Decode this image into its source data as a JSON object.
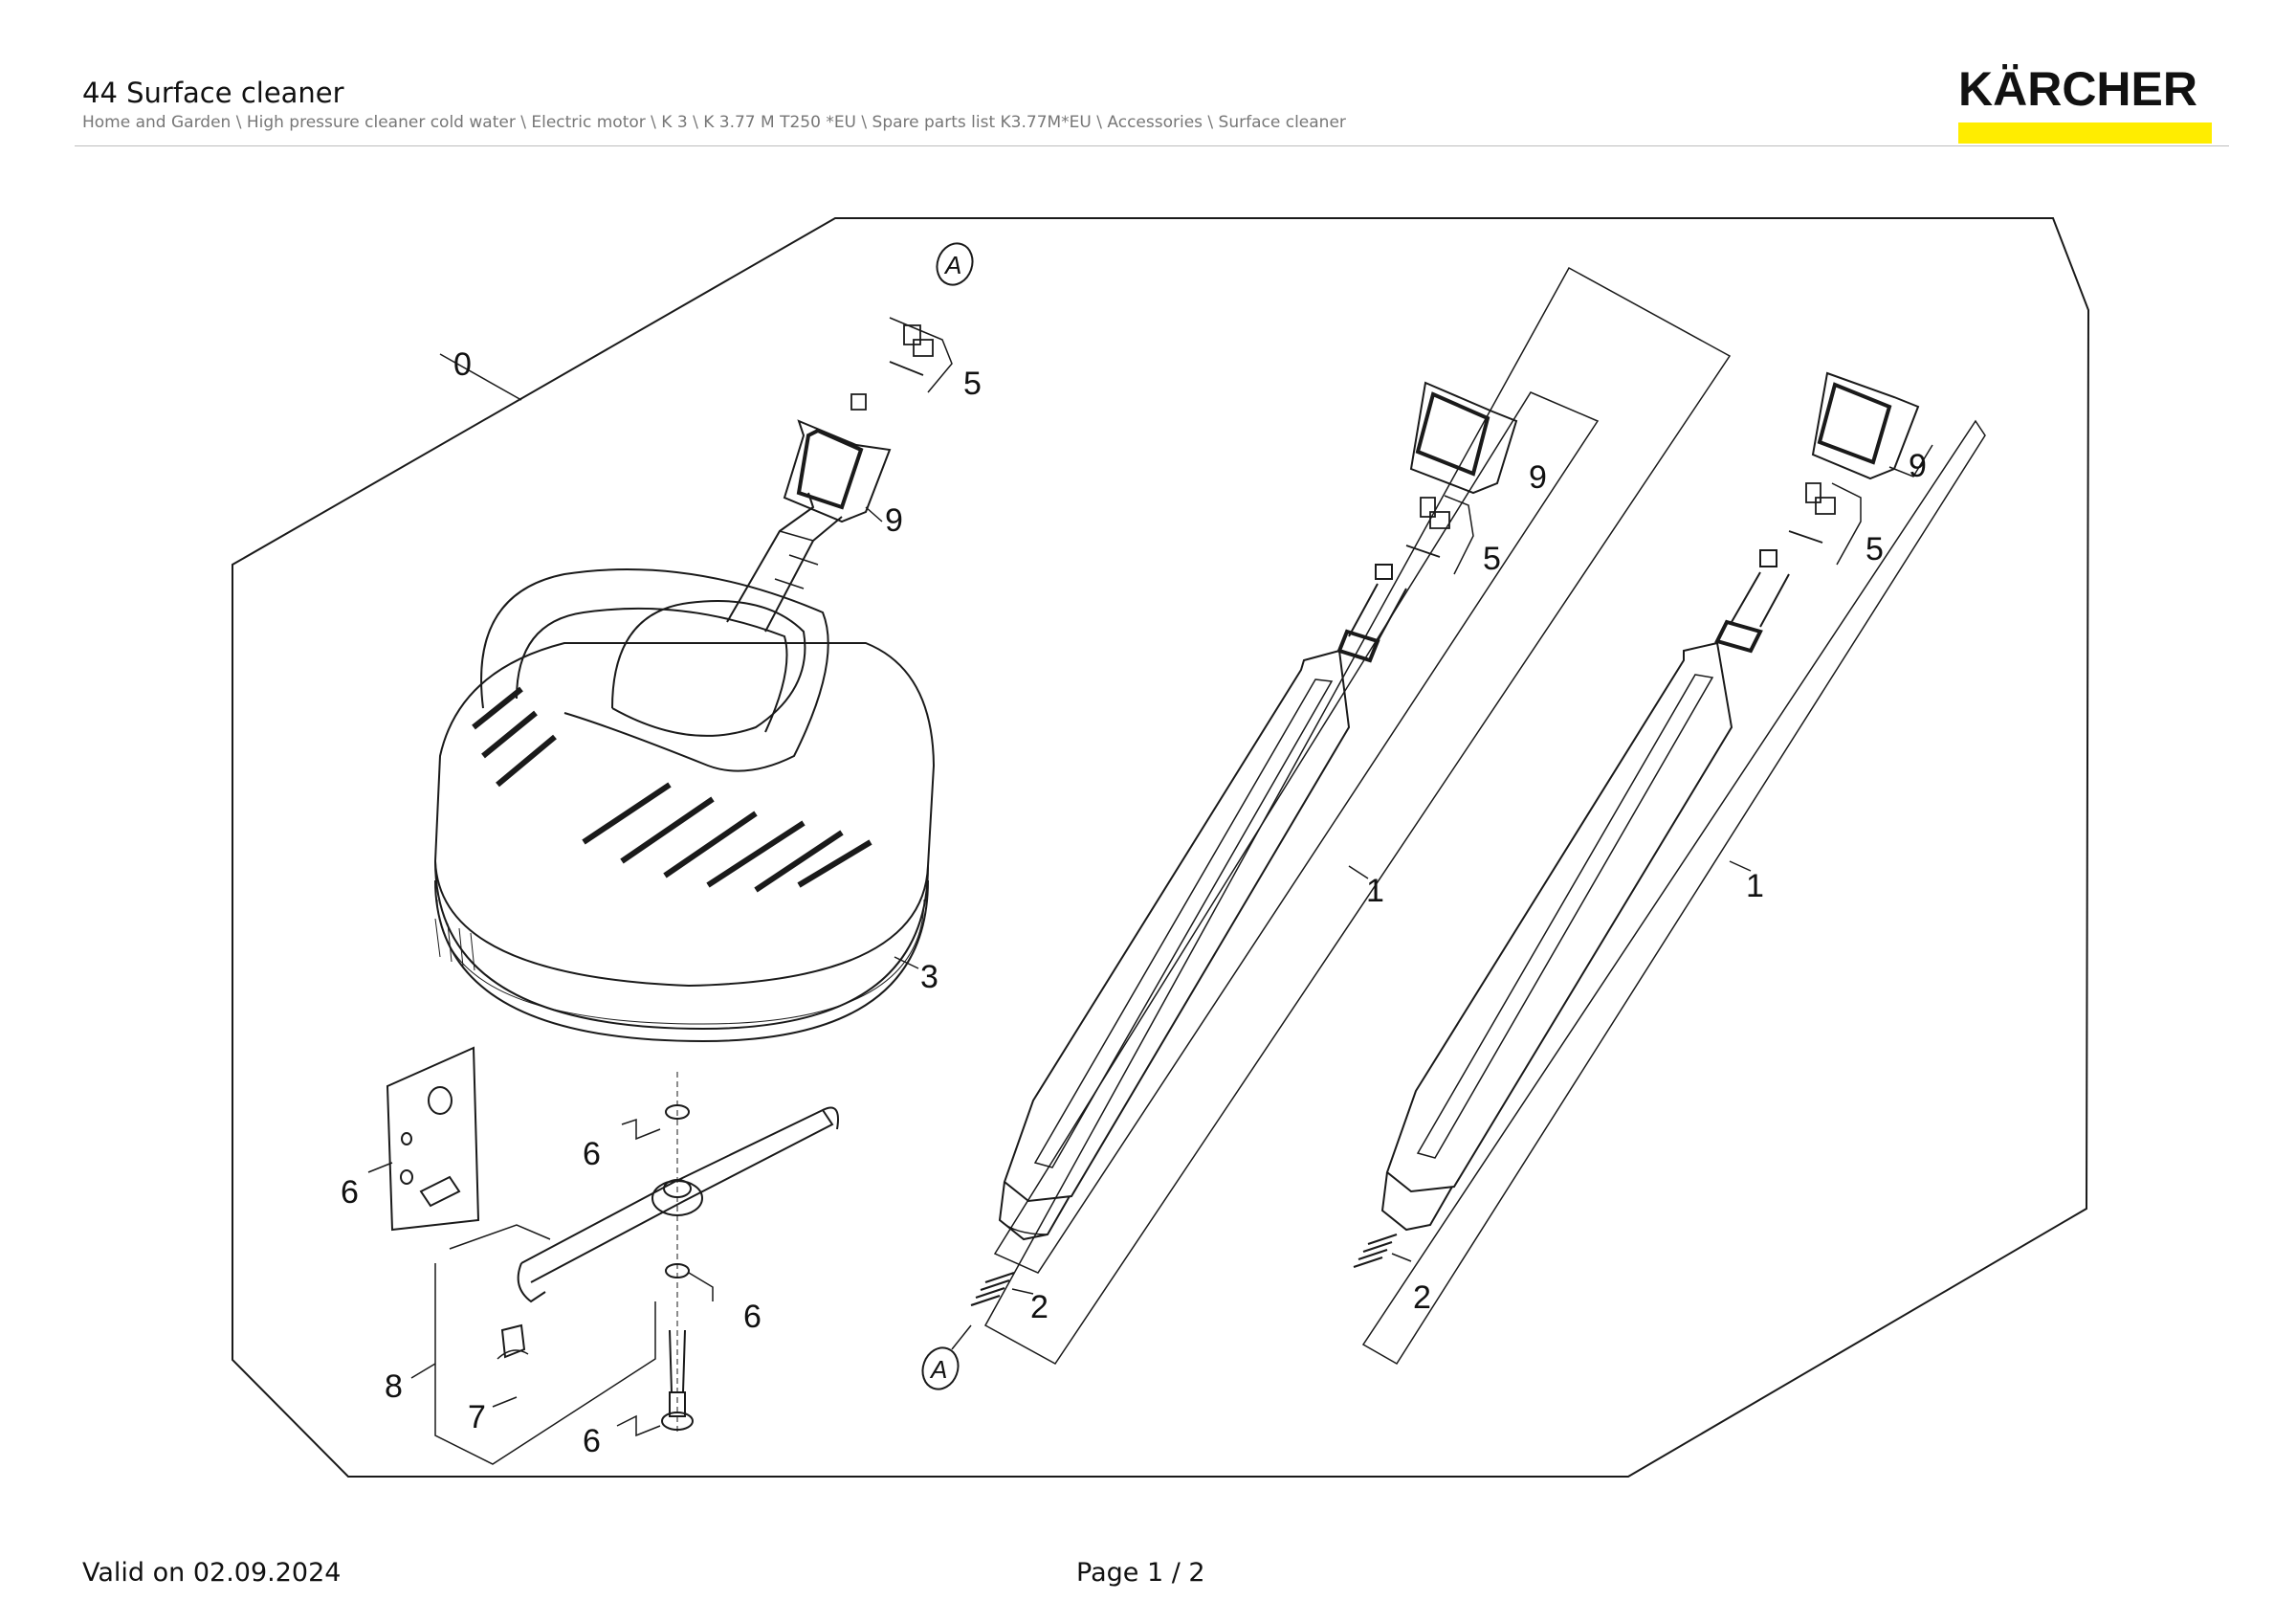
{
  "header": {
    "title": "44 Surface cleaner",
    "breadcrumb": "Home and Garden \\ High pressure cleaner cold water \\ Electric motor \\ K 3 \\ K 3.77 M T250 *EU \\ Spare parts list K3.77M*EU \\ Accessories \\ Surface cleaner"
  },
  "brand": {
    "name": "KÄRCHER",
    "bar_color": "#ffed00"
  },
  "drawing": {
    "callouts": {
      "c0": "0",
      "c5a": "5",
      "c9a": "9",
      "c3": "3",
      "c6a": "6",
      "c6b": "6",
      "c6c": "6",
      "c6d": "6",
      "c7": "7",
      "c8": "8",
      "c9b": "9",
      "c5b": "5",
      "c1a": "1",
      "c2a": "2",
      "c9c": "9",
      "c5c": "5",
      "c1b": "1",
      "c2b": "2"
    },
    "connector_marks": {
      "top": "A",
      "bottom": "A"
    }
  },
  "footer": {
    "valid": "Valid on 02.09.2024",
    "page": "Page 1 / 2"
  }
}
